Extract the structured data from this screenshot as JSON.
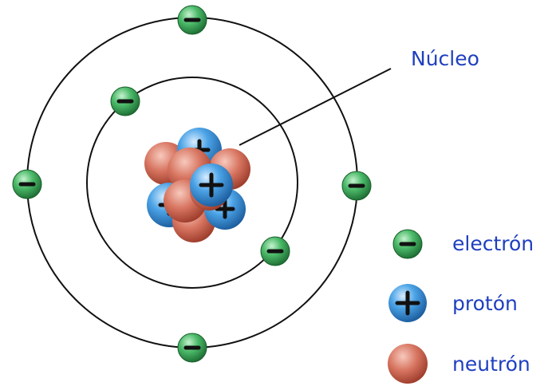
{
  "diagram": {
    "nucleus_label": "Núcleo",
    "legend": [
      {
        "kind": "electron",
        "label": "electrón"
      },
      {
        "kind": "proton",
        "label": "protón"
      },
      {
        "kind": "neutron",
        "label": "neutrón"
      }
    ],
    "colors": {
      "electron": "#2f9a4c",
      "proton": "#3a8fd6",
      "neutron": "#cf6652",
      "orbit": "#111111",
      "label": "#1f3fbf"
    },
    "particles": {
      "inner_orbit_electrons": 2,
      "outer_orbit_electrons": 4,
      "protons": 4,
      "neutrons": 6
    }
  }
}
